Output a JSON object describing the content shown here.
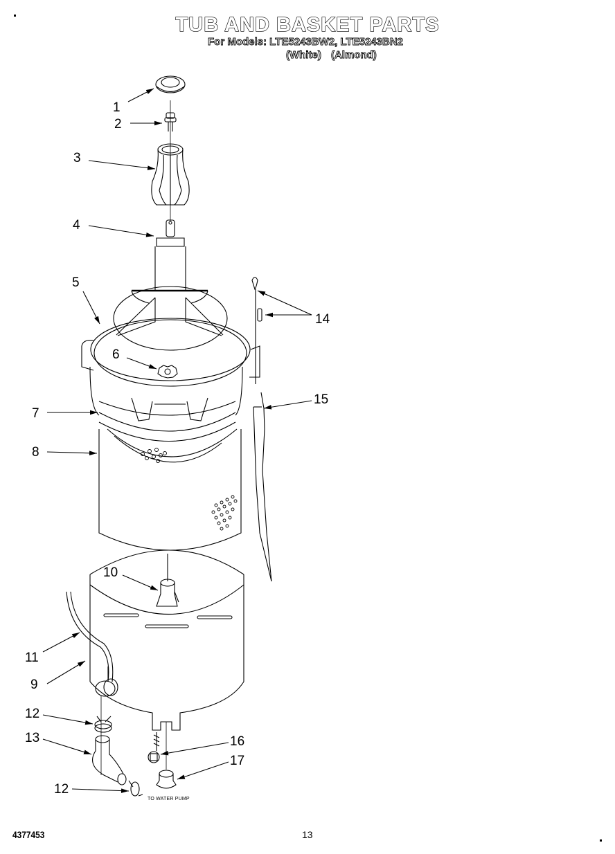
{
  "header": {
    "title": "TUB AND BASKET PARTS",
    "models_line": "For Models: LTE5243BW2, LTE5243BN2",
    "colors_line": "(White)   (Almond)"
  },
  "diagram": {
    "callouts": [
      {
        "id": "1",
        "label": "1"
      },
      {
        "id": "2",
        "label": "2"
      },
      {
        "id": "3",
        "label": "3"
      },
      {
        "id": "4",
        "label": "4"
      },
      {
        "id": "5",
        "label": "5"
      },
      {
        "id": "6",
        "label": "6"
      },
      {
        "id": "7",
        "label": "7"
      },
      {
        "id": "8",
        "label": "8"
      },
      {
        "id": "9",
        "label": "9"
      },
      {
        "id": "10",
        "label": "10"
      },
      {
        "id": "11",
        "label": "11"
      },
      {
        "id": "12a",
        "label": "12"
      },
      {
        "id": "13",
        "label": "13"
      },
      {
        "id": "12b",
        "label": "12"
      },
      {
        "id": "14",
        "label": "14"
      },
      {
        "id": "15",
        "label": "15"
      },
      {
        "id": "16",
        "label": "16"
      },
      {
        "id": "17",
        "label": "17"
      }
    ],
    "annotation": "TO WATER PUMP"
  },
  "footer": {
    "part_number": "4377453",
    "page_number": "13"
  }
}
